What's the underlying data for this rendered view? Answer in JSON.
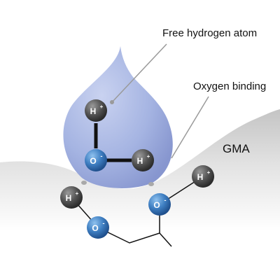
{
  "annotations": {
    "free_hydrogen": "Free hydrogen atom",
    "oxygen_binding": "Oxygen binding",
    "surface": "GMA"
  },
  "atoms": {
    "hydrogen": "H",
    "hydrogen_charge": "+",
    "oxygen": "O",
    "oxygen_charge": "-"
  },
  "colors": {
    "droplet": "#9eaede",
    "droplet_highlight": "#c9d2f0",
    "surface_top": "#c9c9c9",
    "surface_bottom": "#ffffff",
    "hydrogen_atom": "#5a5a5a",
    "oxygen_atom": "#3f7fc2",
    "bond": "#111111",
    "leader_line": "#9a9a9a"
  }
}
